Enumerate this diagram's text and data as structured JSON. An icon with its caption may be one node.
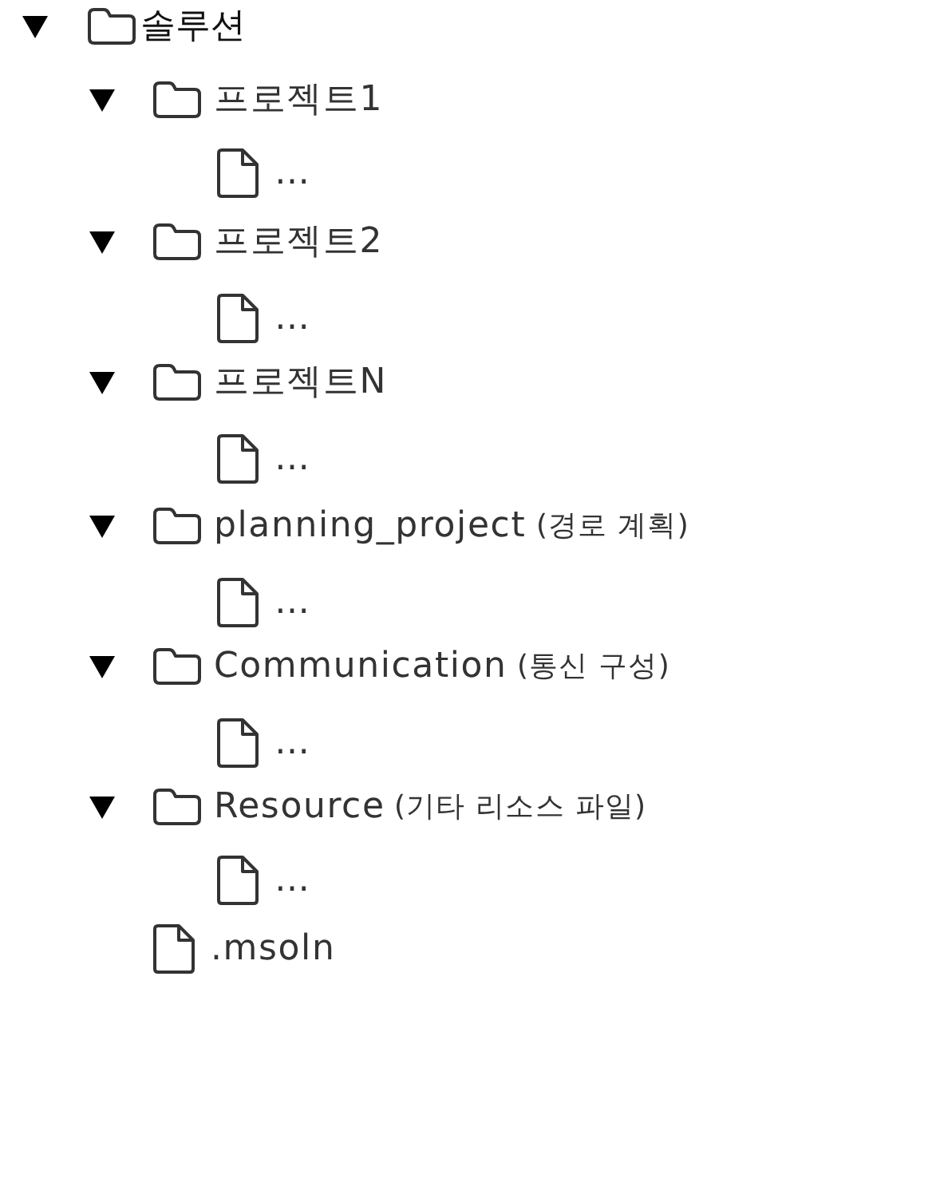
{
  "diagram": {
    "nodes": [
      {
        "text": [
          "솔루션"
        ]
      },
      {
        "text": [
          "프로젝트1"
        ]
      },
      {
        "text": [
          "…"
        ]
      },
      {
        "text": [
          "프로젝트2"
        ]
      },
      {
        "text": [
          "…"
        ]
      },
      {
        "text": [
          "프로젝트N"
        ]
      },
      {
        "text": [
          "…"
        ]
      },
      {
        "text": [
          "planning_project",
          "(경로 계획)"
        ]
      },
      {
        "text": [
          "…"
        ]
      },
      {
        "text": [
          "Communication",
          "(통신 구성)"
        ]
      },
      {
        "text": [
          "…"
        ]
      },
      {
        "text": [
          "Resource",
          "(기타 리소스 파일)"
        ]
      },
      {
        "text": [
          "…"
        ]
      },
      {
        "text": [
          ".msoln"
        ]
      }
    ]
  }
}
